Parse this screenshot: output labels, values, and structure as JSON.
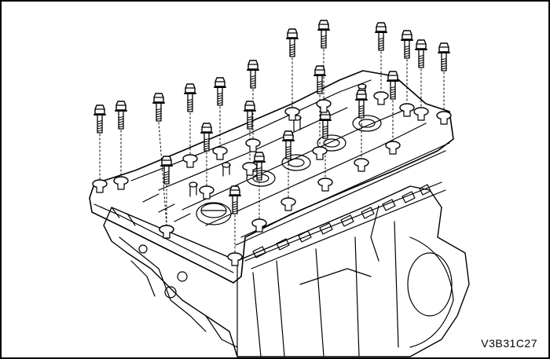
{
  "figure": {
    "code_label": "V3B31C27"
  },
  "colors": {
    "ink": "#000000",
    "paper": "#ffffff"
  },
  "bolts": [
    {
      "id": 1
    },
    {
      "id": 2
    },
    {
      "id": 3
    },
    {
      "id": 4
    },
    {
      "id": 5
    },
    {
      "id": 6
    },
    {
      "id": 7
    },
    {
      "id": 8
    },
    {
      "id": 9
    },
    {
      "id": 10
    },
    {
      "id": 11
    },
    {
      "id": 12
    },
    {
      "id": 13
    },
    {
      "id": 14
    },
    {
      "id": 15
    },
    {
      "id": 16
    },
    {
      "id": 17
    },
    {
      "id": 18
    },
    {
      "id": 19
    },
    {
      "id": 20
    },
    {
      "id": 21
    },
    {
      "id": 22
    }
  ]
}
